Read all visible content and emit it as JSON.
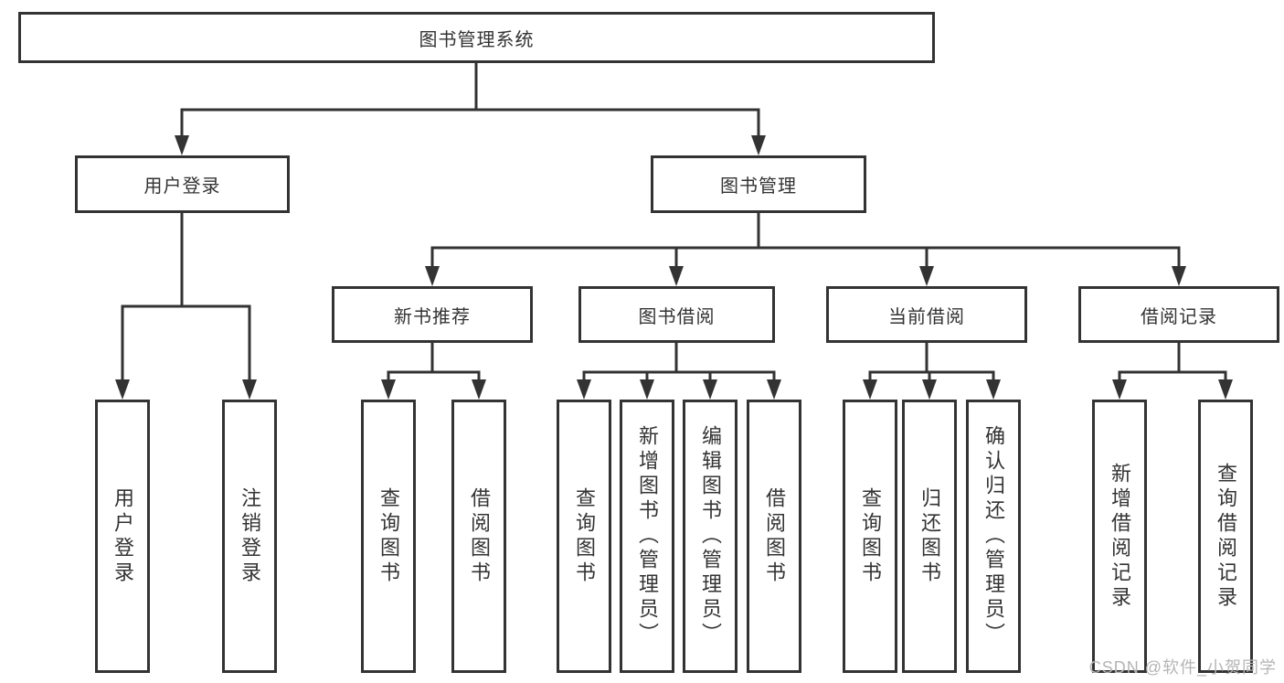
{
  "diagram": {
    "title": "图书管理系统",
    "root": {
      "label": "图书管理系统"
    },
    "level2": [
      {
        "id": "user-login",
        "label": "用户登录"
      },
      {
        "id": "book-management",
        "label": "图书管理"
      }
    ],
    "level3": [
      {
        "id": "new-book-recommend",
        "label": "新书推荐"
      },
      {
        "id": "book-borrow",
        "label": "图书借阅"
      },
      {
        "id": "current-borrow",
        "label": "当前借阅"
      },
      {
        "id": "borrow-records",
        "label": "借阅记录"
      }
    ],
    "leaves": {
      "user_login": [
        {
          "label": "用户登录"
        },
        {
          "label": "注销登录"
        }
      ],
      "new_book_recommend": [
        {
          "label": "查询图书"
        },
        {
          "label": "借阅图书"
        }
      ],
      "book_borrow": [
        {
          "label": "查询图书"
        },
        {
          "label": "新增图书（管理员）"
        },
        {
          "label": "编辑图书（管理员）"
        },
        {
          "label": "借阅图书"
        }
      ],
      "current_borrow": [
        {
          "label": "查询图书"
        },
        {
          "label": "归还图书"
        },
        {
          "label": "确认归还（管理员）"
        }
      ],
      "borrow_records": [
        {
          "label": "新增借阅记录"
        },
        {
          "label": "查询借阅记录"
        }
      ]
    }
  },
  "watermark": "CSDN @软件_小贺同学",
  "colors": {
    "line": "#333333",
    "text": "#333333",
    "watermark_text": "#b5b5b5",
    "background": "#ffffff"
  }
}
